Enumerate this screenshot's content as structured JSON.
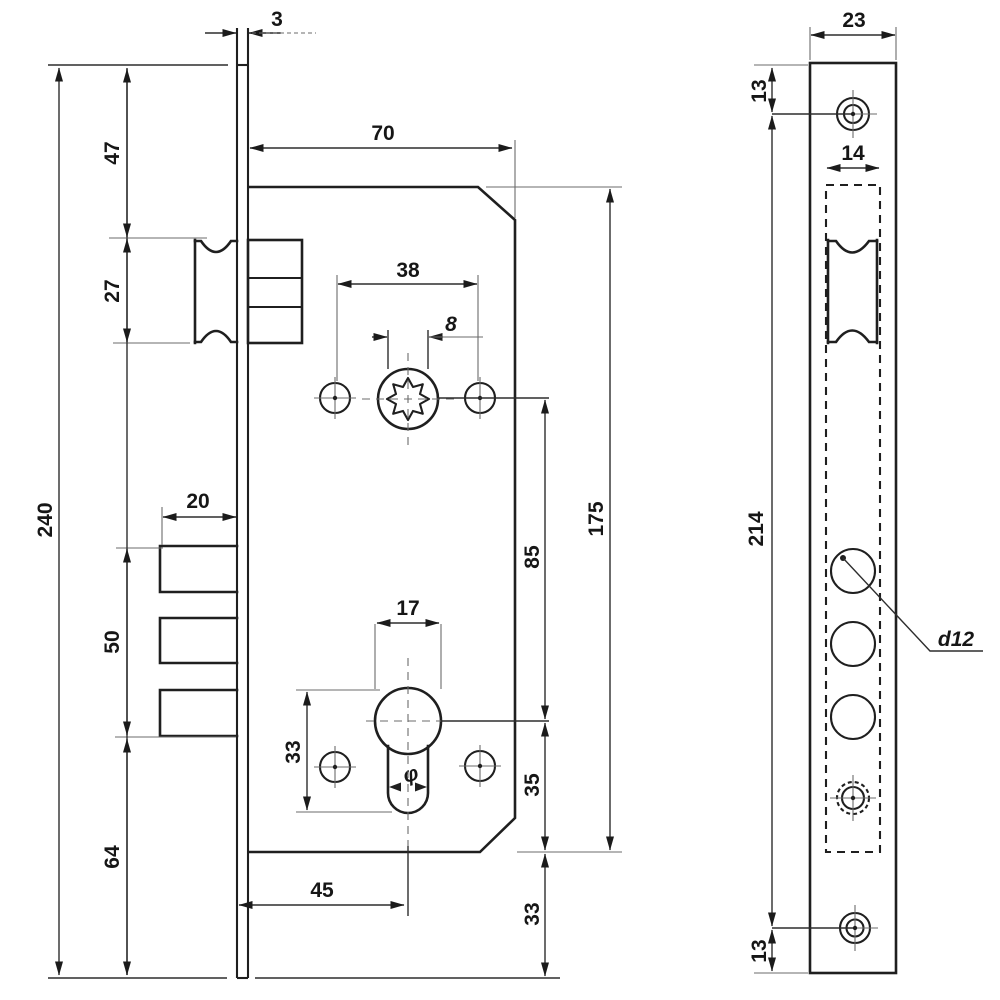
{
  "drawing": {
    "kind": "technical dimensional drawing of a mortise door lock, two orthographic views",
    "colors": {
      "line": "#1f1f1f",
      "dimension_line": "#2d2d2d",
      "background": "#ffffff"
    },
    "dimensions": {
      "left_view": {
        "faceplate_thickness": "3",
        "plate_top_to_latch": "47",
        "latch_height": "27",
        "plate_length": "240",
        "deadbolt_throw": "20",
        "deadbolt_section_height": "50",
        "plate_bottom_section": "64",
        "body_width": "70",
        "handle_screw_spacing": "38",
        "spindle_square": "8",
        "body_height": "175",
        "handle_to_cylinder": "85",
        "cylinder_diameter": "17",
        "cylinder_profile_height": "33",
        "cylinder_to_body_bottom": "35",
        "backset": "45",
        "body_bottom_to_plate_end": "33",
        "keyway_symbol": "φ"
      },
      "right_view": {
        "plate_width": "23",
        "top_screw_offset": "13",
        "cutout_width": "14",
        "screw_spacing": "214",
        "bolt_hole_diameter": "d12",
        "bottom_screw_offset": "13"
      }
    }
  }
}
